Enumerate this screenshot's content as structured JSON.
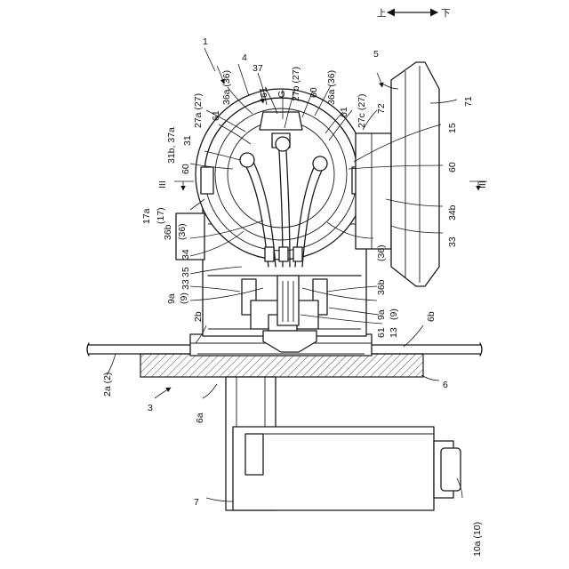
{
  "labels": {
    "l1": "1",
    "l4": "4",
    "l37": "37",
    "l36a_36_left": "36a (36)",
    "l61_top": "61",
    "lG": "G",
    "l27b_27": "27b (27)",
    "l60_top": "60",
    "l36a_36_right": "36a (36)",
    "l27a_27": "27a (27)",
    "l61_left": "61",
    "l61_right": "61",
    "l27c_27": "27c (27)",
    "l72": "72",
    "l5": "5",
    "l71": "71",
    "l31b_37a": "31b, 37a",
    "l31": "31",
    "l60_left": "60",
    "l15": "15",
    "l60_right": "60",
    "l17a": "17a",
    "l17": "(17)",
    "lIII_left": "III",
    "lIII_right": "III",
    "l34b": "34b",
    "l36b": "36b",
    "l36_paren_left": "(36)",
    "l34": "34",
    "l35": "35",
    "l36_paren_right": "(36)",
    "l36b_right": "36b",
    "l33_right": "33",
    "l33_left": "33",
    "l9a_left": "9a",
    "l9_left": "(9)",
    "l9a_right": "9a",
    "l9_right": "(9)",
    "l61_bottom": "61",
    "l2b": "2b",
    "l13": "13",
    "l6b": "6b",
    "l2a_2": "2a (2)",
    "l6": "6",
    "l3": "3",
    "l6a": "6a",
    "l7": "7",
    "l10a_10": "10a (10)",
    "orientation_up": "上",
    "orientation_down": "下"
  }
}
